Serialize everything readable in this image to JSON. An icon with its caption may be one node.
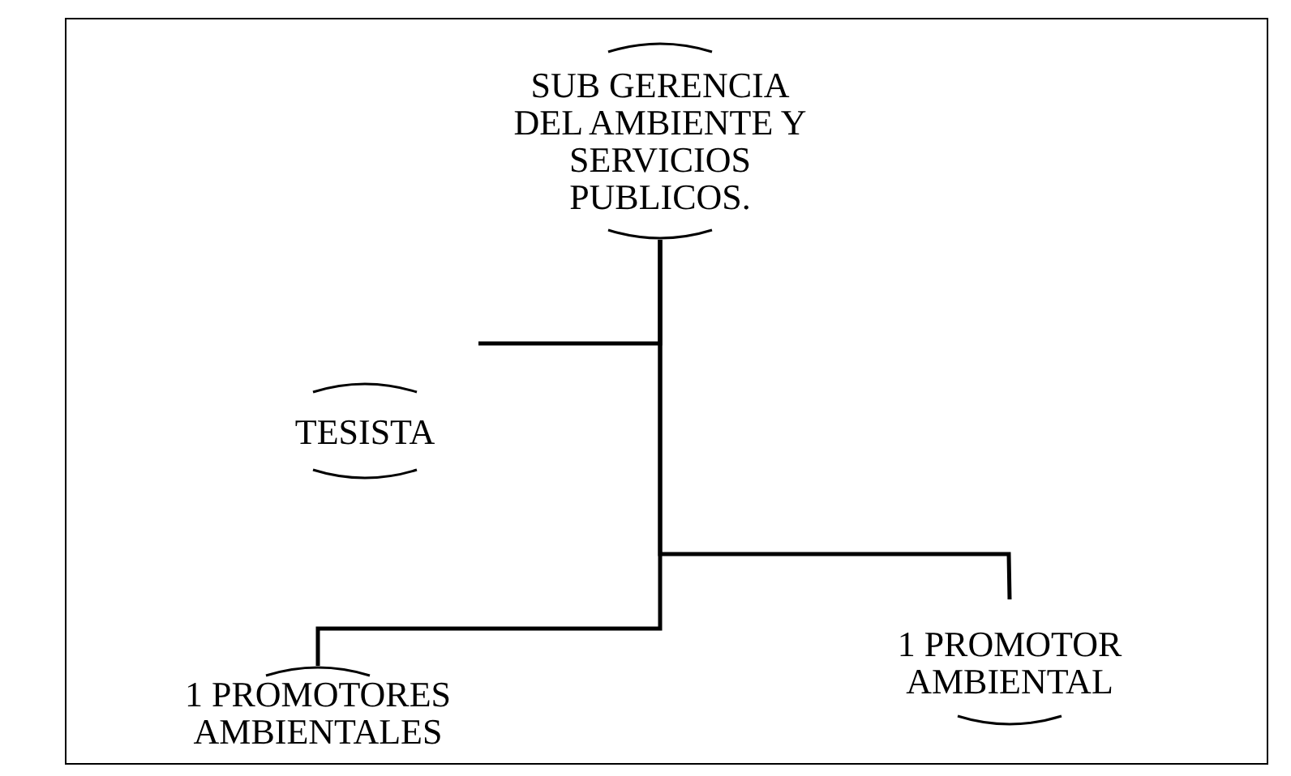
{
  "diagram": {
    "nodes": [
      {
        "text": [
          "SUB GERENCIA DEL AMBIENTE Y SERVICIOS PUBLICOS."
        ]
      },
      {
        "text": [
          "TESISTA"
        ]
      },
      {
        "text": [
          "1 PROMOTOR AMBIENTAL"
        ]
      },
      {
        "text": [
          "1 PROMOTORES AMBIENTALES"
        ]
      }
    ],
    "edges": [
      {
        "from": 0,
        "to": null,
        "arrow": "none"
      },
      {
        "from": 0,
        "to": 2,
        "arrow": "none"
      },
      {
        "from": 0,
        "to": 3,
        "arrow": "none"
      }
    ]
  }
}
